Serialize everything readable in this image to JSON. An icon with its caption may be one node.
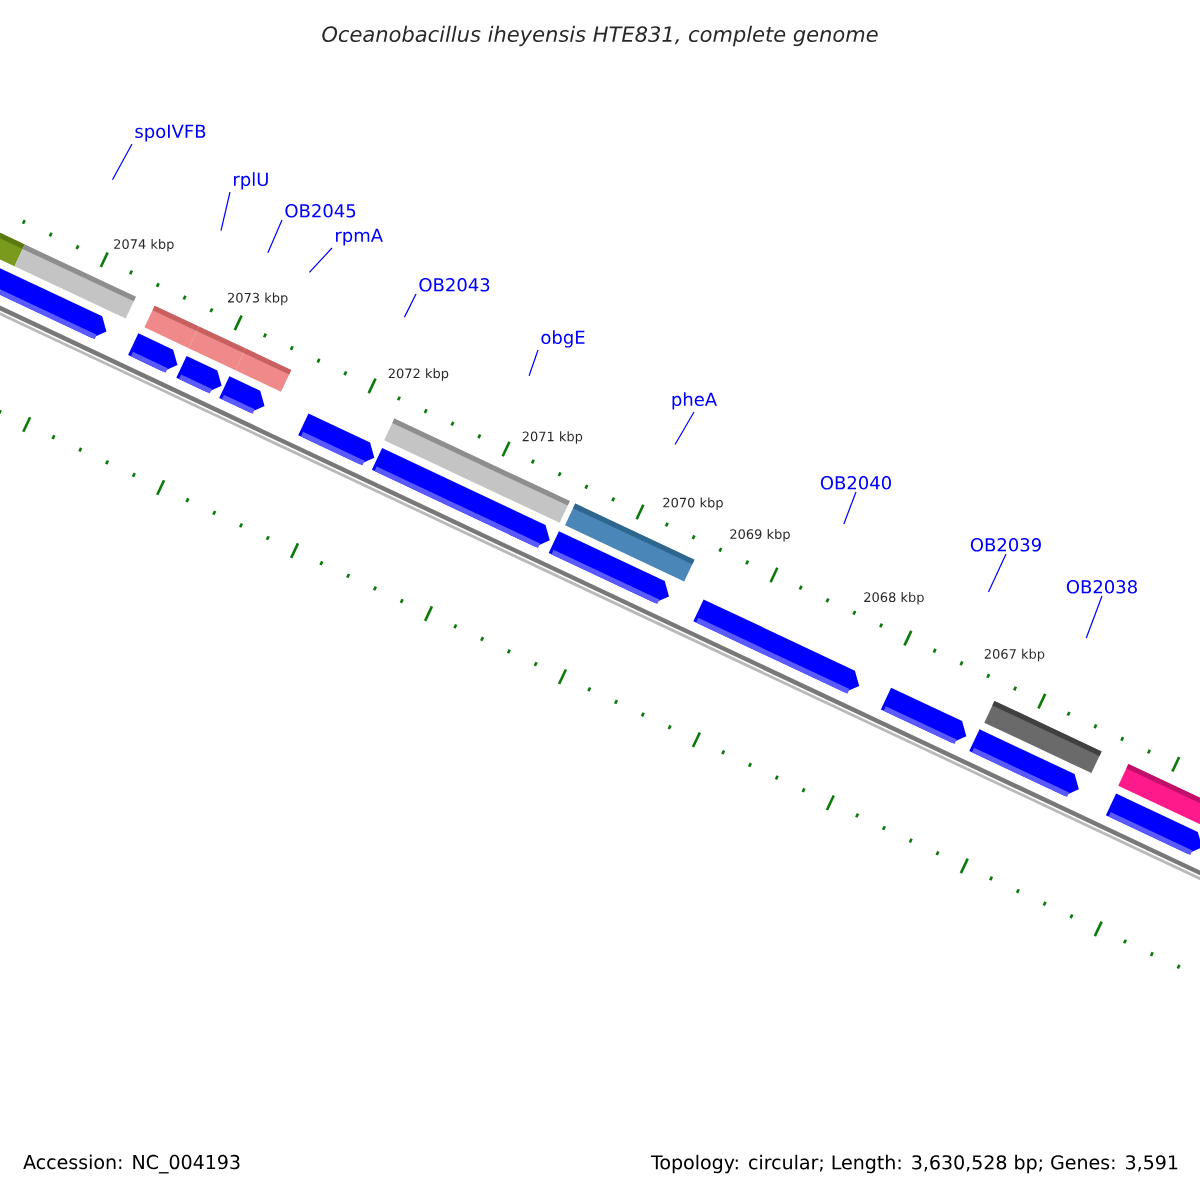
{
  "diagram": {
    "title": "Oceanobacillus iheyensis HTE831, complete genome",
    "nodes": [
      {
        "text": [
          "spoIVFB"
        ]
      },
      {
        "text": [
          "rplU"
        ]
      },
      {
        "text": [
          "OB2045"
        ]
      },
      {
        "text": [
          "rpmA"
        ]
      },
      {
        "text": [
          "OB2043"
        ]
      },
      {
        "text": [
          "obgE"
        ]
      },
      {
        "text": [
          "pheA"
        ]
      },
      {
        "text": [
          "OB2040"
        ]
      },
      {
        "text": [
          "OB2039"
        ]
      },
      {
        "text": [
          "OB2038"
        ]
      }
    ],
    "edges": [
      {
        "from": 0,
        "to": null,
        "arrow": "none"
      },
      {
        "from": 1,
        "to": null,
        "arrow": "none"
      },
      {
        "from": 2,
        "to": null,
        "arrow": "none"
      },
      {
        "from": 3,
        "to": null,
        "arrow": "none"
      },
      {
        "from": 4,
        "to": null,
        "arrow": "none"
      },
      {
        "from": 5,
        "to": null,
        "arrow": "none"
      },
      {
        "from": 6,
        "to": null,
        "arrow": "none"
      },
      {
        "from": 7,
        "to": null,
        "arrow": "none"
      },
      {
        "from": 8,
        "to": null,
        "arrow": "none"
      },
      {
        "from": 9,
        "to": null,
        "arrow": "none"
      }
    ],
    "labels": [
      "2074 kbp",
      "2073 kbp",
      "2072 kbp",
      "2071 kbp",
      "2070 kbp",
      "2069 kbp",
      "2068 kbp",
      "2067 kbp",
      "Accession: NC_004193",
      "Topology: circular; Length: 3,630,528 bp; Genes: 3,591"
    ]
  }
}
